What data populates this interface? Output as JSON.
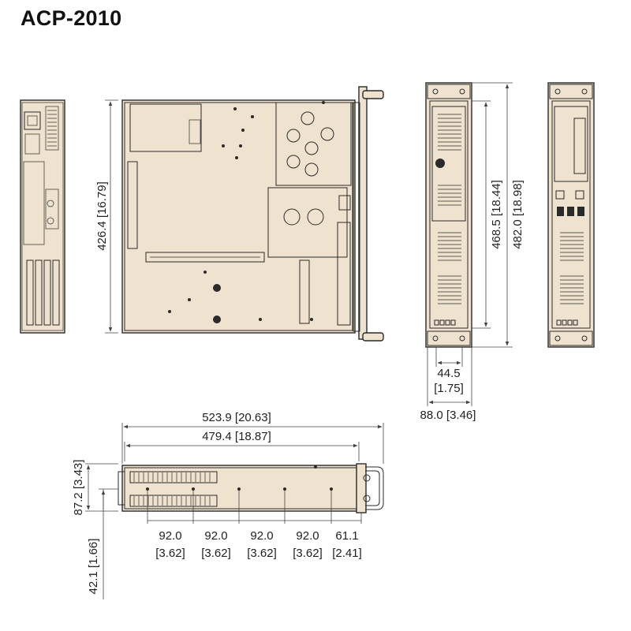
{
  "title": "ACP-2010",
  "colors": {
    "body": "#efe3cf",
    "line": "#2a2a2a",
    "dim": "#444444"
  },
  "top_view": {
    "depth_label": "426.4 [16.79]"
  },
  "front_view": {
    "overall_width_label": "482.0 [18.98]",
    "body_width_label": "468.5 [18.44]",
    "rack_unit_mm": "44.5",
    "rack_unit_in": "[1.75]",
    "height_label": "88.0 [3.46]"
  },
  "side_view": {
    "overall_length_label": "523.9 [20.63]",
    "body_length_label": "479.4 [18.87]",
    "height_label": "87.2 [3.43]",
    "offset_label": "42.1 [1.66]",
    "spacings": [
      {
        "mm": "92.0",
        "in": "[3.62]"
      },
      {
        "mm": "92.0",
        "in": "[3.62]"
      },
      {
        "mm": "92.0",
        "in": "[3.62]"
      },
      {
        "mm": "92.0",
        "in": "[3.62]"
      },
      {
        "mm": "61.1",
        "in": "[2.41]"
      }
    ]
  }
}
